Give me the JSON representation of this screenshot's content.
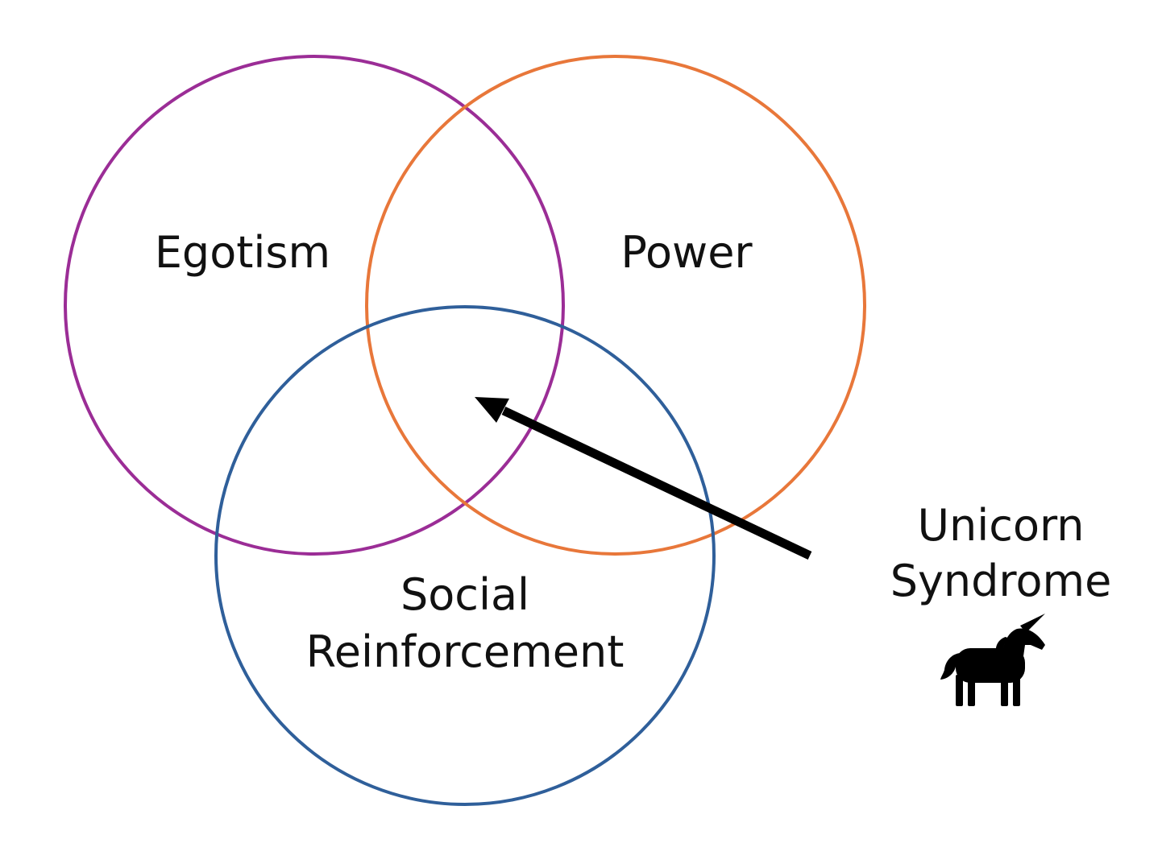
{
  "diagram": {
    "circles": [
      {
        "label": "Egotism",
        "color": "#9b2d96"
      },
      {
        "label": "Power",
        "color": "#e8773a"
      },
      {
        "label_line1": "Social",
        "label_line2": "Reinforcement",
        "color": "#2f5f9a"
      }
    ],
    "callout": {
      "label_line1": "Unicorn",
      "label_line2": "Syndrome",
      "icon": "unicorn-icon",
      "arrow_color": "#000000"
    }
  }
}
